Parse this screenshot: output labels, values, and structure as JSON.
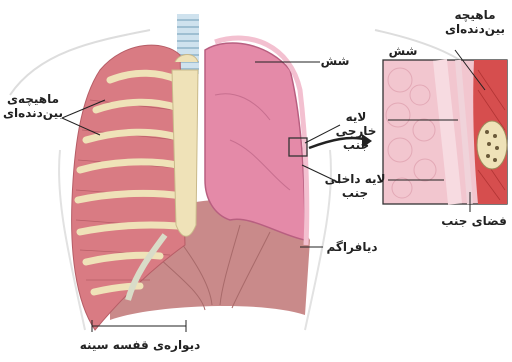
{
  "labels": {
    "intercostal_muscle_left": [
      "ماهیچه‌ی",
      "بین‌دنده‌ای"
    ],
    "lung": "شش",
    "outer_pleura": [
      "لایه خارجی",
      "جنب"
    ],
    "inner_pleura": [
      "لایه داخلی",
      "جنب"
    ],
    "diaphragm": "دیافراگم",
    "rib_cage_wall": "دیواره‌ی قفسه سینه",
    "inset_lung": "شش",
    "inset_intercostal_muscle": [
      "ماهیچه",
      "بین‌دنده‌ای"
    ],
    "pleural_space": "فضای جنب"
  },
  "colors": {
    "muscle": "#d97b83",
    "rib": "#efe2b8",
    "lung": "#e48aa8",
    "diaphragm": "#c98a8a",
    "inset_border": "#333333",
    "cartilage": "#d9dcc8"
  }
}
